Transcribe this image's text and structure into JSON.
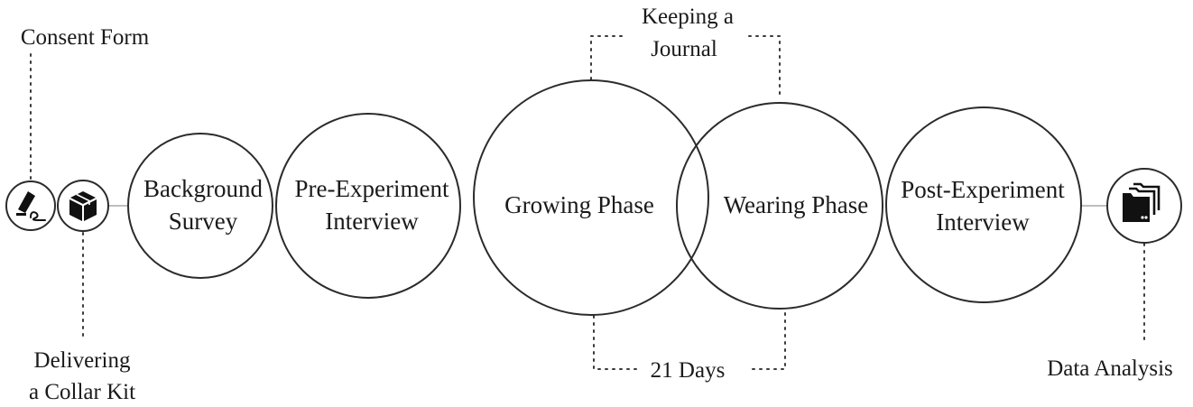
{
  "steps": {
    "background": [
      "Background",
      "Survey"
    ],
    "pre_experiment": [
      "Pre-Experiment",
      "Interview"
    ],
    "growing": "Growing Phase",
    "wearing": "Wearing Phase",
    "post_experiment": [
      "Post-Experiment",
      "Interview"
    ]
  },
  "annotations": {
    "consent": "Consent Form",
    "delivering": [
      "Delivering",
      "a Collar Kit"
    ],
    "journal": [
      "Keeping a",
      "Journal"
    ],
    "duration": "21 Days",
    "analysis": "Data Analysis"
  },
  "icons": {
    "consent": "signature-icon",
    "delivering": "package-box-icon",
    "analysis": "folders-icon"
  }
}
